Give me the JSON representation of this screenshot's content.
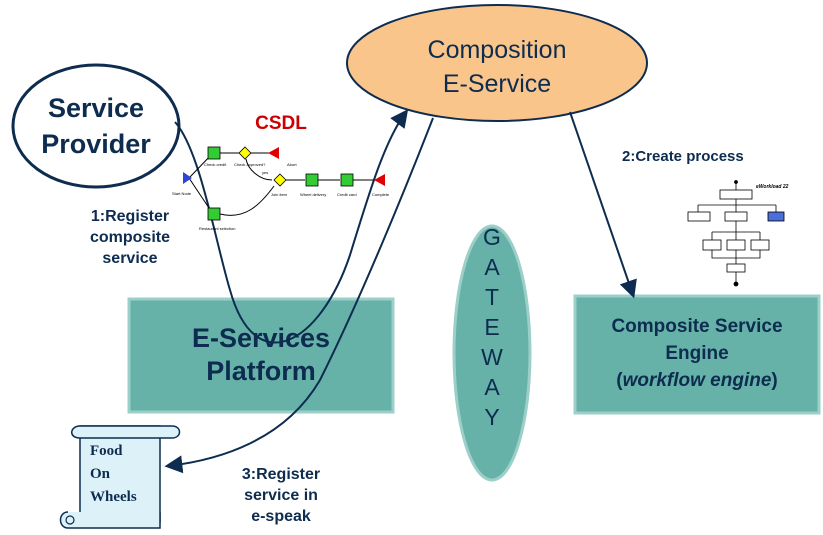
{
  "composition": {
    "line1": "Composition",
    "line2": "E-Service"
  },
  "provider": {
    "line1": "Service",
    "line2": "Provider"
  },
  "csdl": "CSDL",
  "csdl_nodes": {
    "start": "Start Node",
    "check_credit": "Check credit",
    "check_approved": "Check approved?",
    "abort": "Abort",
    "yes": "yes",
    "join": "Join item",
    "wheel_delivery": "Wheel delivery",
    "credit_card": "Credit card",
    "complete": "Complete",
    "restaurant": "Restaurant selection"
  },
  "step1": {
    "line1": "1:Register",
    "line2": "composite",
    "line3": "service"
  },
  "step2": "2:Create process",
  "step3": {
    "line1": "3:Register",
    "line2": "service in",
    "line3": "e-speak"
  },
  "platform": {
    "line1": "E-Services",
    "line2": "Platform"
  },
  "gateway_letters": [
    "G",
    "A",
    "T",
    "E",
    "W",
    "A",
    "Y"
  ],
  "engine": {
    "line1": "Composite Service",
    "line2": "Engine",
    "open": "(",
    "italic": "workflow engine",
    "close": ")"
  },
  "scroll": {
    "line1": "Food",
    "line2": "On",
    "line3": "Wheels"
  },
  "process_thumb_label": "eWorkload 22",
  "colors": {
    "ellipse_fill": "#F9C58A",
    "teal": "#66B2A8",
    "teal_border": "#9CCFC8",
    "scroll_fill": "#DDF1F8",
    "navy": "#0D2C4F",
    "csdl_red": "#CC0000"
  }
}
